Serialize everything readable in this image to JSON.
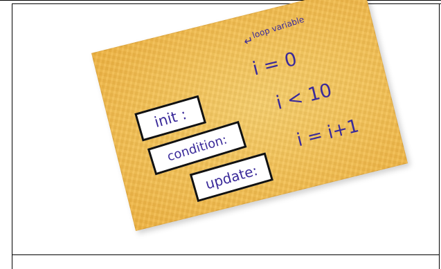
{
  "card": {
    "annotation": "loop variable",
    "init_label": "init :",
    "condition_label": "condition:",
    "update_label": "update:",
    "init_value": "i = 0",
    "condition_value": "i < 10",
    "update_value": "i = i+1"
  },
  "colors": {
    "card": "#f4c45a",
    "ink": "#3a2a9a",
    "label_border": "#111111"
  }
}
